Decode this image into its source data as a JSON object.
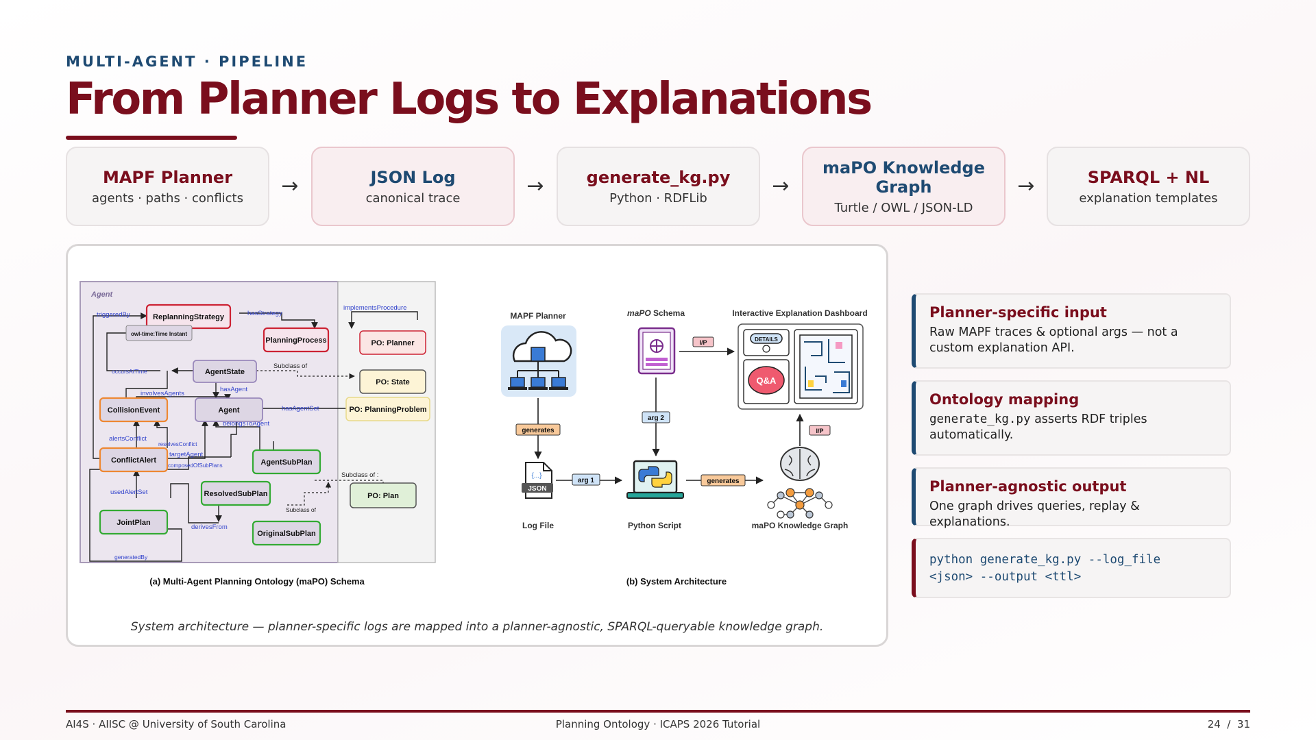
{
  "header": {
    "eyebrow": "MULTI-AGENT · PIPELINE",
    "title": "From Planner Logs to Explanations"
  },
  "pipeline": [
    {
      "title": "MAPF Planner",
      "subtitle": "agents · paths · conflicts"
    },
    {
      "title": "JSON Log",
      "subtitle": "canonical trace"
    },
    {
      "title": "generate_kg.py",
      "subtitle": "Python · RDFLib"
    },
    {
      "title": "maPO Knowledge Graph",
      "subtitle": "Turtle / OWL / JSON-LD"
    },
    {
      "title": "SPARQL + NL",
      "subtitle": "explanation templates"
    }
  ],
  "pipeline_arrow": "→",
  "figure": {
    "schema": {
      "panel_label": "(a) Multi-Agent Planning Ontology (maPO) Schema",
      "region_label": "Agent",
      "nodes": {
        "replanning": "ReplanningStrategy",
        "planning_process": "PlanningProcess",
        "time_instant": "owl-time:Time Instant",
        "agent_state": "AgentState",
        "collision": "CollisionEvent",
        "agent": "Agent",
        "conflict_alert": "ConflictAlert",
        "agent_subplan": "AgentSubPlan",
        "resolved_subplan": "ResolvedSubPlan",
        "joint_plan": "JointPlan",
        "original_subplan": "OriginalSubPlan",
        "po_planner": "PO: Planner",
        "po_state": "PO: State",
        "po_planning_problem": "PO: PlanningProblem",
        "po_plan": "PO: Plan"
      },
      "edges": {
        "triggered_by": "triggeredBy",
        "has_strategy": "hasStrategy",
        "implements_procedure": "implementsProcedure",
        "occurs_at_time": "occursAtTime",
        "subclass_of": "Subclass of",
        "involves_agents": "involvesAgents",
        "has_agent": "hasAgent",
        "has_agent_set": "hasAgentSet",
        "alerts_conflict": "alertsConflict",
        "resolves_conflict": "resolvesConflict",
        "belongs_to_agent": "belongsToAgent",
        "target_agent": "targetAgent",
        "composed_of_subplans": "composedOfSubPlans",
        "subclass_of_colon": "Subclass of :",
        "used_alert_set": "usedAlertSet",
        "subclass_of_dot": "Subclass of",
        "derives_from": "derivesFrom",
        "generated_by": "generatedBy"
      }
    },
    "architecture": {
      "panel_label": "(b) System Architecture",
      "mapf_planner": "MAPF Planner",
      "mapo_schema_italic": "maPO",
      "mapo_schema_rest": " Schema",
      "dashboard": "Interactive Explanation Dashboard",
      "details": "DETAILS",
      "qa": "Q&A",
      "json": "JSON",
      "json_braces": "{...}",
      "log_file": "Log File",
      "python_script": "Python Script",
      "mapo_kg": "maPO Knowledge Graph",
      "generates": "generates",
      "arg1": "arg 1",
      "arg2": "arg 2",
      "ip": "I/P"
    },
    "caption": "System architecture — planner-specific logs are mapped into a planner-agnostic, SPARQL-queryable knowledge graph."
  },
  "cards": [
    {
      "title": "Planner-specific input",
      "body": "Raw MAPF traces & optional args — not a custom explanation API."
    },
    {
      "title": "Ontology mapping",
      "body_code": "generate_kg.py",
      "body": " asserts RDF triples automatically."
    },
    {
      "title": "Planner-agnostic output",
      "body": "One graph drives queries, replay & explanations."
    }
  ],
  "code": {
    "line1": "python generate_kg.py --log_file",
    "line2": "<json> --output <ttl>"
  },
  "footer": {
    "left": "AI4S · AIISC @ University of South Carolina",
    "center": "Planning Ontology · ICAPS 2026 Tutorial",
    "right": "24  /  31"
  },
  "colors": {
    "accent_red": "#7a0e1d",
    "accent_blue": "#1e4a72",
    "node_red": "#cc2233",
    "node_orange": "#ee8833",
    "node_green": "#33aa33",
    "node_purple": "#9988bb",
    "edge_blue": "#3344cc"
  }
}
